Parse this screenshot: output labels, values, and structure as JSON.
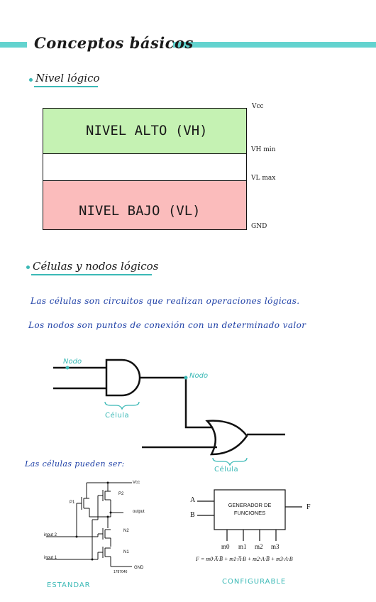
{
  "header": {
    "title": "Conceptos básicos"
  },
  "section1": {
    "heading": "Nivel lógico",
    "levels": {
      "high": "NIVEL ALTO (VH)",
      "low": "NIVEL BAJO (VL)",
      "vcc": "Vcc",
      "vh_min": "VH min",
      "vl_max": "VL max",
      "gnd": "GND"
    },
    "colors": {
      "high": "#c5f2b3",
      "low": "#fbbcbc",
      "accent": "#63d3cf"
    }
  },
  "section2": {
    "heading": "Células y nodos lógicos",
    "line1": "Las células son circuitos que realizan operaciones lógicas.",
    "line2": "Los nodos son puntos de conexión con un determinado valor",
    "diagram": {
      "nodo1": "Nodo",
      "nodo2": "Nodo",
      "celula1": "Célula",
      "celula2": "Célula"
    },
    "can_be": "Las células pueden ser:"
  },
  "standard": {
    "caption": "ESTANDAR",
    "labels": {
      "vcc": "Vcc",
      "p1": "P1",
      "p2": "P2",
      "output": "output",
      "n2": "N2",
      "n1": "N1",
      "input2": "input 2",
      "input1": "input 1",
      "gnd": "GND",
      "code": "1787046"
    }
  },
  "configurable": {
    "caption": "CONFIGURABLE",
    "box_line1": "GENERADOR DE",
    "box_line2": "FUNCIONES",
    "a": "A",
    "b": "B",
    "f": "F",
    "m0": "m0",
    "m1": "m1",
    "m2": "m2",
    "m3": "m3",
    "formula": "F = m0·A̅·B̅ + m1·A̅·B + m2·A·B̅ + m3·A·B"
  }
}
